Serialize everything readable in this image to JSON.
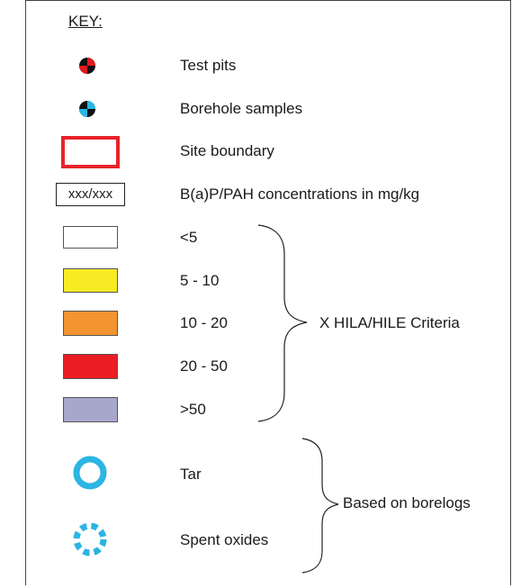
{
  "key": {
    "title": "KEY:",
    "items": [
      {
        "label": "Test pits"
      },
      {
        "label": "Borehole samples"
      },
      {
        "label": "Site boundary"
      },
      {
        "label": "B(a)P/PAH concentrations in mg/kg",
        "box_text": "xxx/xxx"
      },
      {
        "label": "<5",
        "color": "#ffffff"
      },
      {
        "label": "5 - 10",
        "color": "#f7ec24"
      },
      {
        "label": "10 - 20",
        "color": "#f49430"
      },
      {
        "label": "20 - 50",
        "color": "#ec1c24"
      },
      {
        "label": ">50",
        "color": "#a7a7cc"
      },
      {
        "label": "Tar",
        "color": "#2bb5e3"
      },
      {
        "label": "Spent oxides",
        "color": "#2bb5e3"
      }
    ],
    "groups": {
      "criteria": "X HILA/HILE Criteria",
      "borelogs": "Based on borelogs"
    }
  },
  "colors": {
    "test_pit_accent": "#e0191f",
    "borehole_accent": "#29b7e6",
    "site_boundary": "#e8232a"
  }
}
